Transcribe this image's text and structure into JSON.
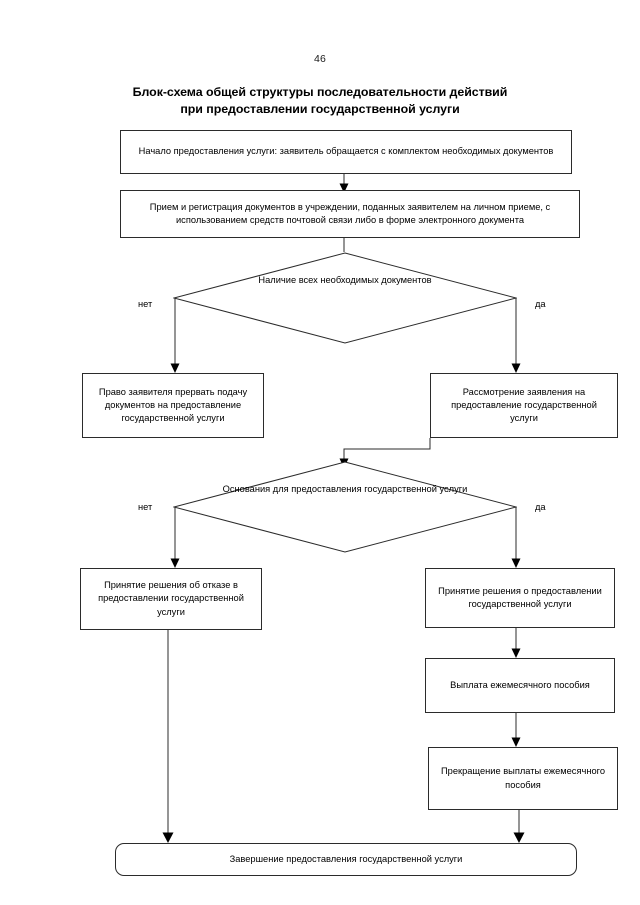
{
  "page": {
    "number": "46",
    "title_line1": "Блок-схема общей структуры последовательности действий",
    "title_line2": "при предоставлении государственной услуги"
  },
  "diagram": {
    "type": "flowchart",
    "nodes": [
      {
        "id": "start",
        "shape": "process",
        "text": "Начало предоставления услуги: заявитель обращается с комплектом необходимых документов"
      },
      {
        "id": "registration",
        "shape": "process",
        "text": "Прием и регистрация документов в учреждении, поданных заявителем на личном приеме, с использованием средств почтовой связи либо в форме электронного документа"
      },
      {
        "id": "decision-documents",
        "shape": "decision",
        "text": "Наличие всех необходимых документов"
      },
      {
        "id": "right-to-interrupt",
        "shape": "process",
        "text": "Право заявителя прервать подачу документов на предоставление государственной услуги"
      },
      {
        "id": "review-application",
        "shape": "process",
        "text": "Рассмотрение заявления на предоставление государственной услуги"
      },
      {
        "id": "decision-grounds",
        "shape": "decision",
        "text": "Основания для предоставления государственной услуги"
      },
      {
        "id": "decision-refusal",
        "shape": "process",
        "text": "Принятие решения об отказе в предоставлении государственной услуги"
      },
      {
        "id": "decision-grant",
        "shape": "process",
        "text": "Принятие решения о предоставлении государственной услуги"
      },
      {
        "id": "monthly-payment",
        "shape": "process",
        "text": "Выплата ежемесячного пособия"
      },
      {
        "id": "payment-termination",
        "shape": "process",
        "text": "Прекращение выплаты ежемесячного пособия"
      },
      {
        "id": "finish",
        "shape": "terminator",
        "text": "Завершение предоставления государственной услуги"
      }
    ],
    "branch_labels": {
      "no_1": "нет",
      "yes_1": "да",
      "no_2": "нет",
      "yes_2": "да"
    }
  },
  "colors": {
    "stroke": "#2b2b2b",
    "text": "#000000",
    "background": "#ffffff"
  }
}
